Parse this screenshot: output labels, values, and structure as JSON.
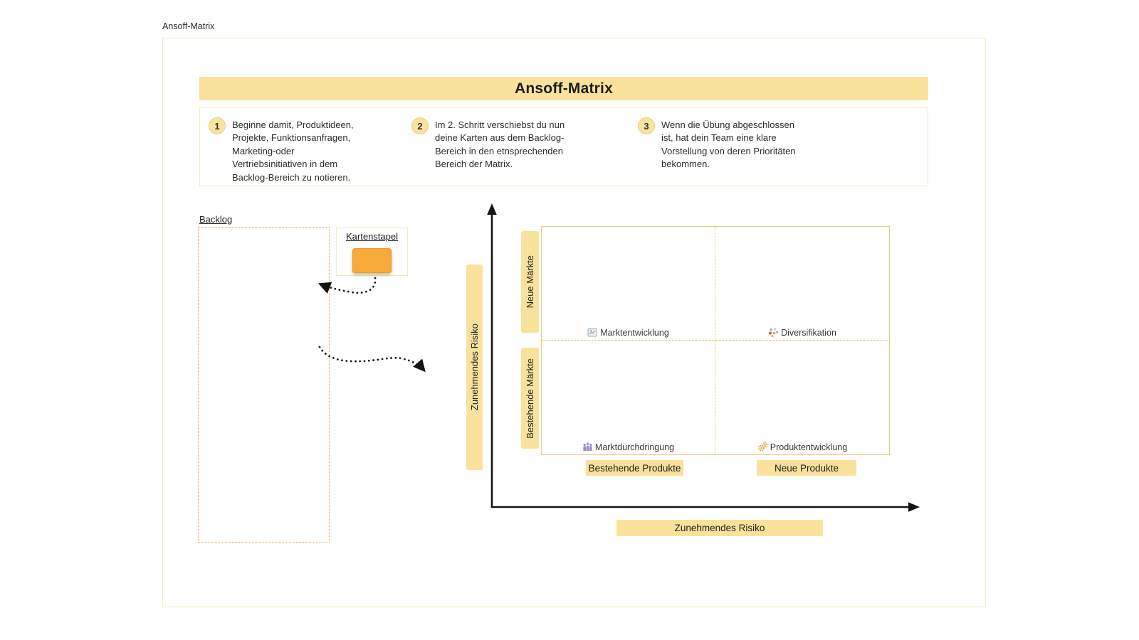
{
  "frame_title": "Ansoff-Matrix",
  "banner_title": "Ansoff-Matrix",
  "steps": [
    {
      "number": "1",
      "text": "Beginne damit, Produktideen, Projekte, Funktionsanfragen, Marketing-oder Vertriebsinitiativen in dem Backlog-Bereich zu notieren."
    },
    {
      "number": "2",
      "text": "Im 2. Schritt verschiebst du nun deine Karten aus dem Backlog-Bereich in den etnsprechenden Bereich der Matrix."
    },
    {
      "number": "3",
      "text": "Wenn die Übung abgeschlossen ist, hat dein Team eine klare Vorstellung von deren Prioritäten bekommen."
    }
  ],
  "backlog_label": "Backlog",
  "card_stack_label": "Kartenstapel",
  "axes": {
    "y_label": "Zunehmendes Risiko",
    "x_label": "Zunehmendes Risiko"
  },
  "matrix": {
    "row_labels": [
      "Neue Märkte",
      "Bestehende Märkte"
    ],
    "col_labels": [
      "Bestehende Produkte",
      "Neue Produkte"
    ],
    "quadrants": [
      {
        "name": "Marktentwicklung",
        "icon": "chart-trend-icon"
      },
      {
        "name": "Diversifikation",
        "icon": "dots-cluster-icon"
      },
      {
        "name": "Marktdurchdringung",
        "icon": "people-icon"
      },
      {
        "name": "Produktentwicklung",
        "icon": "gears-icon"
      }
    ]
  },
  "colors": {
    "accent_yellow": "#F8E29C",
    "card_orange": "#F6AA39",
    "matrix_border": "#F1C878",
    "axis_black": "#141414"
  }
}
